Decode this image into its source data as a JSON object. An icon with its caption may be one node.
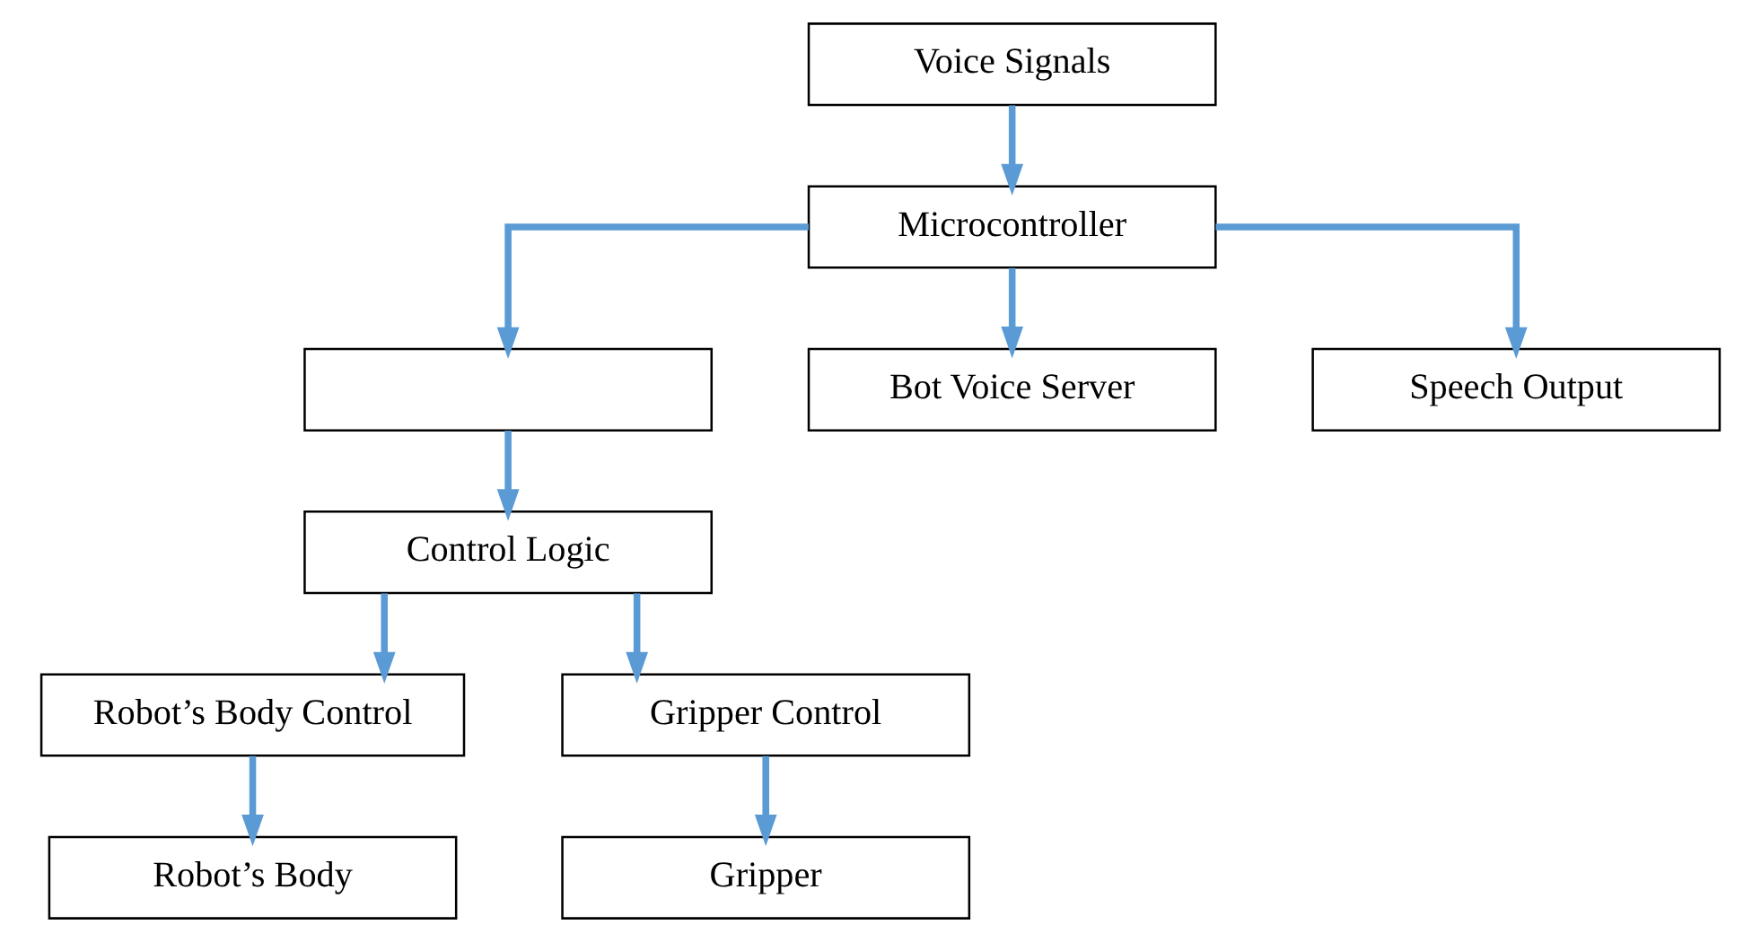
{
  "diagram": {
    "nodes": [
      {
        "text": [
          "Voice Signals"
        ]
      },
      {
        "text": [
          "Microcontroller"
        ]
      },
      {
        "text": [],
        "shape": "box"
      },
      {
        "text": [
          "Bot Voice Server"
        ]
      },
      {
        "text": [
          "Speech Output"
        ]
      },
      {
        "text": [
          "Control Logic"
        ]
      },
      {
        "text": [
          "Robot’s Body Control"
        ]
      },
      {
        "text": [
          "Gripper Control"
        ]
      },
      {
        "text": [
          "Robot’s Body"
        ]
      },
      {
        "text": [
          "Gripper"
        ]
      }
    ],
    "edges": [
      {
        "from": 0,
        "to": 1,
        "arrow": "to"
      },
      {
        "from": 1,
        "to": 2,
        "arrow": "to"
      },
      {
        "from": 1,
        "to": 3,
        "arrow": "to"
      },
      {
        "from": 1,
        "to": 4,
        "arrow": "to"
      },
      {
        "from": 2,
        "to": 5,
        "arrow": "to"
      },
      {
        "from": 5,
        "to": 6,
        "arrow": "to"
      },
      {
        "from": 5,
        "to": 7,
        "arrow": "to"
      },
      {
        "from": 6,
        "to": 8,
        "arrow": "to"
      },
      {
        "from": 7,
        "to": 9,
        "arrow": "to"
      }
    ]
  }
}
